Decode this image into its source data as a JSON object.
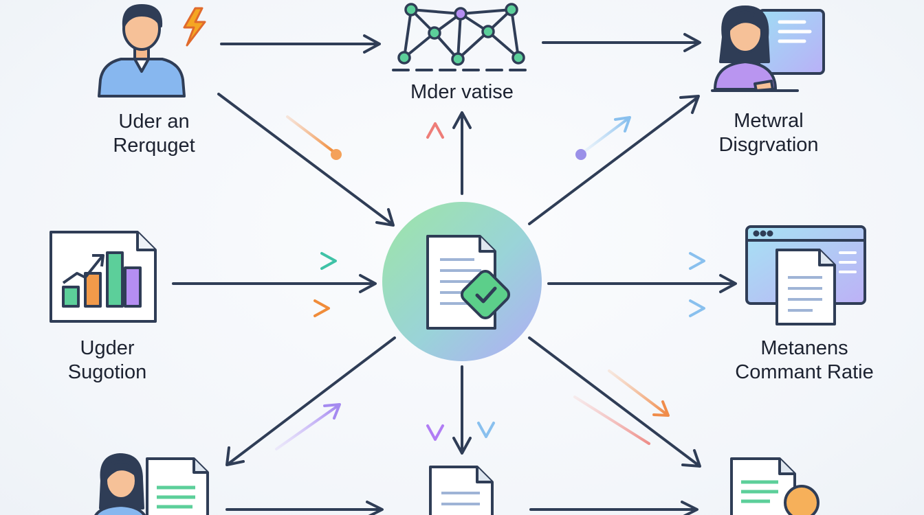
{
  "nodes": {
    "user_request": {
      "line1": "Uder an",
      "line2": "Rerquget"
    },
    "model_vatise": {
      "line1": "Mder vatise"
    },
    "metwral": {
      "line1": "Metwral",
      "line2": "Disgrvation"
    },
    "ugder": {
      "line1": "Ugder",
      "line2": "Sugotion"
    },
    "metanens": {
      "line1": "Metanens",
      "line2": "Commant Ratie"
    }
  },
  "colors": {
    "arrow": "#2f3d56",
    "green": "#5ccf9a",
    "teal": "#5bc3c8",
    "orange": "#f29a4a",
    "purple": "#a98af0",
    "blue": "#8cc3ee",
    "red": "#f08c86",
    "hub_start": "#8ee29a",
    "hub_end": "#a7a4f6",
    "check": "#5ccf8a"
  },
  "icons": {
    "top_left": "user-icon",
    "top_center": "network-graph-icon",
    "top_right": "person-at-monitor-icon",
    "middle_left": "bar-chart-document-icon",
    "center": "verified-document-icon",
    "middle_right": "browser-window-document-icon",
    "bottom_left": "person-with-document-icon",
    "bottom_center": "document-icon",
    "bottom_right": "document-with-person-icon"
  }
}
